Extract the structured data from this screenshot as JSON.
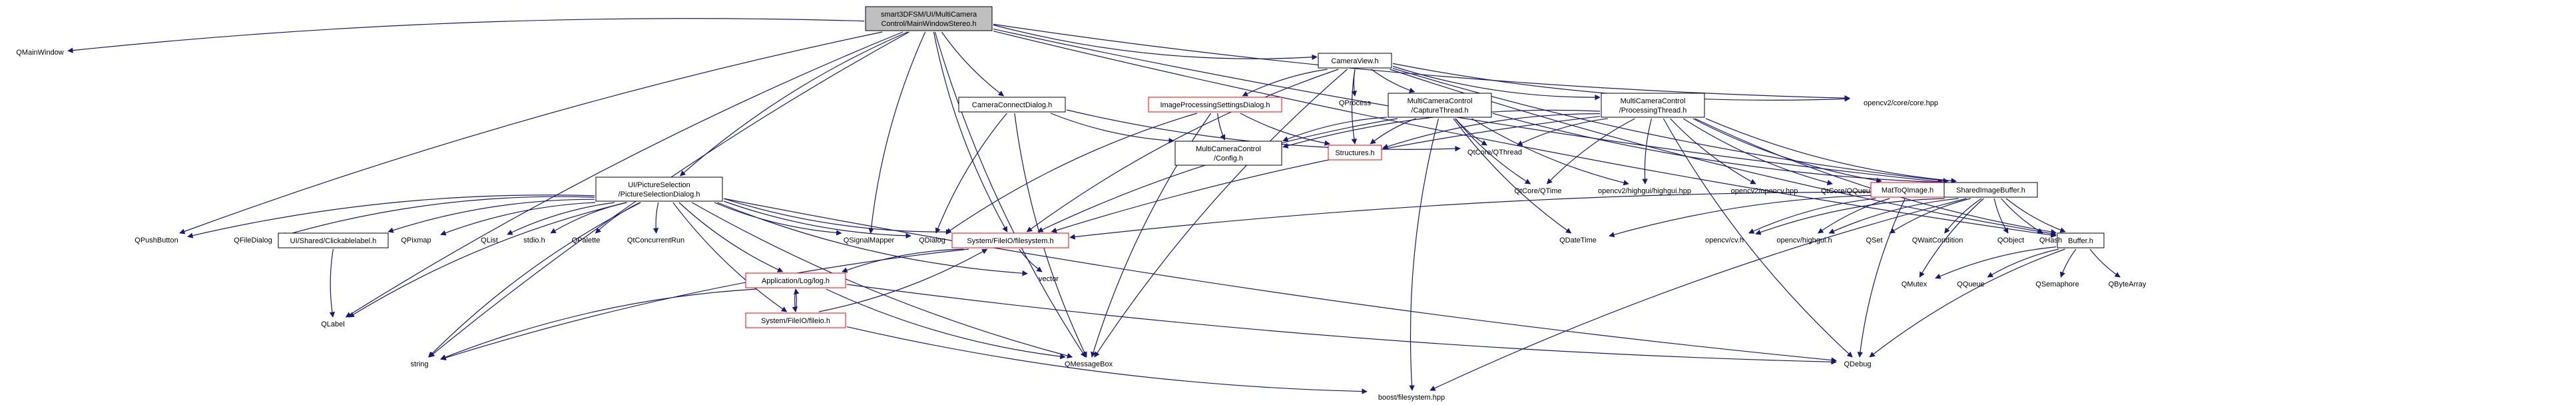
{
  "diagram": {
    "nodes": [
      {
        "id": "main",
        "lines": [
          "smart3DFSM/UI/MultiCamera",
          "Control/MainWindowStereo.h"
        ],
        "style": "root"
      },
      {
        "id": "qmainwindow",
        "lines": [
          "QMainWindow"
        ],
        "style": "plain"
      },
      {
        "id": "qpushbutton",
        "lines": [
          "QPushButton"
        ],
        "style": "plain"
      },
      {
        "id": "qlabel",
        "lines": [
          "QLabel"
        ],
        "style": "plain"
      },
      {
        "id": "string",
        "lines": [
          "string"
        ],
        "style": "plain"
      },
      {
        "id": "qsignalmapper",
        "lines": [
          "QSignalMapper"
        ],
        "style": "plain"
      },
      {
        "id": "qmessagebox",
        "lines": [
          "QMessageBox"
        ],
        "style": "plain"
      },
      {
        "id": "picsel",
        "lines": [
          "UI/PictureSelection",
          "/PictureSelectionDialog.h"
        ],
        "style": "box"
      },
      {
        "id": "camconn",
        "lines": [
          "CameraConnectDialog.h"
        ],
        "style": "box"
      },
      {
        "id": "cameraview",
        "lines": [
          "CameraView.h"
        ],
        "style": "box"
      },
      {
        "id": "qfiledialog",
        "lines": [
          "QFileDialog"
        ],
        "style": "plain"
      },
      {
        "id": "clickable",
        "lines": [
          "UI/Shared/Clickablelabel.h"
        ],
        "style": "box"
      },
      {
        "id": "qpixmap",
        "lines": [
          "QPixmap"
        ],
        "style": "plain"
      },
      {
        "id": "qlist",
        "lines": [
          "QList"
        ],
        "style": "plain"
      },
      {
        "id": "stdio",
        "lines": [
          "stdio.h"
        ],
        "style": "plain"
      },
      {
        "id": "qpalette",
        "lines": [
          "QPalette"
        ],
        "style": "plain"
      },
      {
        "id": "qtconcurrentrun",
        "lines": [
          "QtConcurrentRun"
        ],
        "style": "plain"
      },
      {
        "id": "qdialog",
        "lines": [
          "QDialog"
        ],
        "style": "plain"
      },
      {
        "id": "fsys",
        "lines": [
          "System/FileIO/filesystem.h"
        ],
        "style": "red"
      },
      {
        "id": "applog",
        "lines": [
          "Application/Log/log.h"
        ],
        "style": "red"
      },
      {
        "id": "fileio",
        "lines": [
          "System/FileIO/fileio.h"
        ],
        "style": "red"
      },
      {
        "id": "vector",
        "lines": [
          "vector"
        ],
        "style": "plain"
      },
      {
        "id": "qdebug",
        "lines": [
          "QDebug"
        ],
        "style": "plain"
      },
      {
        "id": "boostfs",
        "lines": [
          "boost/filesystem.hpp"
        ],
        "style": "plain"
      },
      {
        "id": "imgproc",
        "lines": [
          "ImageProcessingSettingsDialog.h"
        ],
        "style": "red"
      },
      {
        "id": "qprocess",
        "lines": [
          "QProcess"
        ],
        "style": "plain"
      },
      {
        "id": "capture",
        "lines": [
          "MultiCameraControl",
          "/CaptureThread.h"
        ],
        "style": "box"
      },
      {
        "id": "processing",
        "lines": [
          "MultiCameraControl",
          "/ProcessingThread.h"
        ],
        "style": "box"
      },
      {
        "id": "opencvcore",
        "lines": [
          "opencv2/core/core.hpp"
        ],
        "style": "plain"
      },
      {
        "id": "config",
        "lines": [
          "MultiCameraControl",
          "/Config.h"
        ],
        "style": "box"
      },
      {
        "id": "structures",
        "lines": [
          "Structures.h"
        ],
        "style": "red"
      },
      {
        "id": "qthread",
        "lines": [
          "QtCore/QThread"
        ],
        "style": "plain"
      },
      {
        "id": "qtime",
        "lines": [
          "QtCore/QTime"
        ],
        "style": "plain"
      },
      {
        "id": "highgui_hpp",
        "lines": [
          "opencv2/highgui/highgui.hpp"
        ],
        "style": "plain"
      },
      {
        "id": "opencv_hpp",
        "lines": [
          "opencv2/opencv.hpp"
        ],
        "style": "plain"
      },
      {
        "id": "qqueue_core",
        "lines": [
          "QtCore/QQueue"
        ],
        "style": "plain"
      },
      {
        "id": "mattoqimage",
        "lines": [
          "MatToQImage.h"
        ],
        "style": "red"
      },
      {
        "id": "sharedbuf",
        "lines": [
          "SharedImageBuffer.h"
        ],
        "style": "box"
      },
      {
        "id": "buffer",
        "lines": [
          "Buffer.h"
        ],
        "style": "box"
      },
      {
        "id": "qdatetime",
        "lines": [
          "QDateTime"
        ],
        "style": "plain"
      },
      {
        "id": "cv_h",
        "lines": [
          "opencv/cv.h"
        ],
        "style": "plain"
      },
      {
        "id": "highgui_h",
        "lines": [
          "opencv/highgui.h"
        ],
        "style": "plain"
      },
      {
        "id": "qset",
        "lines": [
          "QSet"
        ],
        "style": "plain"
      },
      {
        "id": "qwaitcondition",
        "lines": [
          "QWaitCondition"
        ],
        "style": "plain"
      },
      {
        "id": "qobject",
        "lines": [
          "QObject"
        ],
        "style": "plain"
      },
      {
        "id": "qhash",
        "lines": [
          "QHash"
        ],
        "style": "plain"
      },
      {
        "id": "qmutex",
        "lines": [
          "QMutex"
        ],
        "style": "plain"
      },
      {
        "id": "qqueue",
        "lines": [
          "QQueue"
        ],
        "style": "plain"
      },
      {
        "id": "qsemaphore",
        "lines": [
          "QSemaphore"
        ],
        "style": "plain"
      },
      {
        "id": "qbytearray",
        "lines": [
          "QByteArray"
        ],
        "style": "plain"
      }
    ],
    "edges": [
      [
        "main",
        "qmainwindow"
      ],
      [
        "main",
        "qpushbutton"
      ],
      [
        "main",
        "qlabel"
      ],
      [
        "main",
        "string"
      ],
      [
        "main",
        "qsignalmapper"
      ],
      [
        "main",
        "qmessagebox"
      ],
      [
        "main",
        "picsel"
      ],
      [
        "main",
        "camconn"
      ],
      [
        "main",
        "cameraview"
      ],
      [
        "main",
        "fsys"
      ],
      [
        "main",
        "sharedbuf"
      ],
      [
        "main",
        "buffer"
      ],
      [
        "main",
        "opencvcore"
      ],
      [
        "picsel",
        "qpushbutton"
      ],
      [
        "picsel",
        "qfiledialog"
      ],
      [
        "picsel",
        "clickable"
      ],
      [
        "picsel",
        "qpixmap"
      ],
      [
        "picsel",
        "qlist"
      ],
      [
        "picsel",
        "stdio"
      ],
      [
        "picsel",
        "qpalette"
      ],
      [
        "picsel",
        "qtconcurrentrun"
      ],
      [
        "picsel",
        "qsignalmapper"
      ],
      [
        "picsel",
        "qdialog"
      ],
      [
        "picsel",
        "fsys"
      ],
      [
        "picsel",
        "applog"
      ],
      [
        "picsel",
        "fileio"
      ],
      [
        "picsel",
        "qmessagebox"
      ],
      [
        "picsel",
        "qlabel"
      ],
      [
        "picsel",
        "string"
      ],
      [
        "picsel",
        "vector"
      ],
      [
        "picsel",
        "qdebug"
      ],
      [
        "clickable",
        "qlabel"
      ],
      [
        "camconn",
        "qdialog"
      ],
      [
        "camconn",
        "qmessagebox"
      ],
      [
        "camconn",
        "config"
      ],
      [
        "camconn",
        "qthread"
      ],
      [
        "cameraview",
        "imgproc"
      ],
      [
        "cameraview",
        "qprocess"
      ],
      [
        "cameraview",
        "capture"
      ],
      [
        "cameraview",
        "processing"
      ],
      [
        "cameraview",
        "opencvcore"
      ],
      [
        "cameraview",
        "sharedbuf"
      ],
      [
        "cameraview",
        "structures"
      ],
      [
        "cameraview",
        "qmessagebox"
      ],
      [
        "cameraview",
        "fsys"
      ],
      [
        "cameraview",
        "buffer"
      ],
      [
        "imgproc",
        "qdialog"
      ],
      [
        "imgproc",
        "config"
      ],
      [
        "imgproc",
        "structures"
      ],
      [
        "imgproc",
        "qmessagebox"
      ],
      [
        "capture",
        "config"
      ],
      [
        "capture",
        "structures"
      ],
      [
        "capture",
        "qthread"
      ],
      [
        "capture",
        "qtime"
      ],
      [
        "capture",
        "highgui_hpp"
      ],
      [
        "capture",
        "sharedbuf"
      ],
      [
        "capture",
        "fsys"
      ],
      [
        "capture",
        "qdatetime"
      ],
      [
        "capture",
        "boostfs"
      ],
      [
        "processing",
        "structures"
      ],
      [
        "processing",
        "config"
      ],
      [
        "processing",
        "qthread"
      ],
      [
        "processing",
        "qtime"
      ],
      [
        "processing",
        "highgui_hpp"
      ],
      [
        "processing",
        "opencv_hpp"
      ],
      [
        "processing",
        "qqueue_core"
      ],
      [
        "processing",
        "mattoqimage"
      ],
      [
        "processing",
        "sharedbuf"
      ],
      [
        "processing",
        "buffer"
      ],
      [
        "processing",
        "fsys"
      ],
      [
        "processing",
        "qdebug"
      ],
      [
        "mattoqimage",
        "qdebug"
      ],
      [
        "mattoqimage",
        "cv_h"
      ],
      [
        "mattoqimage",
        "highgui_h"
      ],
      [
        "sharedbuf",
        "qdatetime"
      ],
      [
        "sharedbuf",
        "cv_h"
      ],
      [
        "sharedbuf",
        "highgui_h"
      ],
      [
        "sharedbuf",
        "qset"
      ],
      [
        "sharedbuf",
        "qwaitcondition"
      ],
      [
        "sharedbuf",
        "qobject"
      ],
      [
        "sharedbuf",
        "qhash"
      ],
      [
        "sharedbuf",
        "qmutex"
      ],
      [
        "sharedbuf",
        "buffer"
      ],
      [
        "sharedbuf",
        "fsys"
      ],
      [
        "sharedbuf",
        "boostfs"
      ],
      [
        "buffer",
        "qmutex"
      ],
      [
        "buffer",
        "qqueue"
      ],
      [
        "buffer",
        "qsemaphore"
      ],
      [
        "buffer",
        "qbytearray"
      ],
      [
        "buffer",
        "qdebug"
      ],
      [
        "fsys",
        "applog"
      ],
      [
        "fsys",
        "vector"
      ],
      [
        "fsys",
        "string"
      ],
      [
        "applog",
        "fileio"
      ],
      [
        "applog",
        "qmessagebox"
      ],
      [
        "applog",
        "qdebug"
      ],
      [
        "applog",
        "string"
      ],
      [
        "fileio",
        "applog"
      ],
      [
        "fileio",
        "fsys"
      ],
      [
        "fileio",
        "boostfs"
      ]
    ]
  }
}
